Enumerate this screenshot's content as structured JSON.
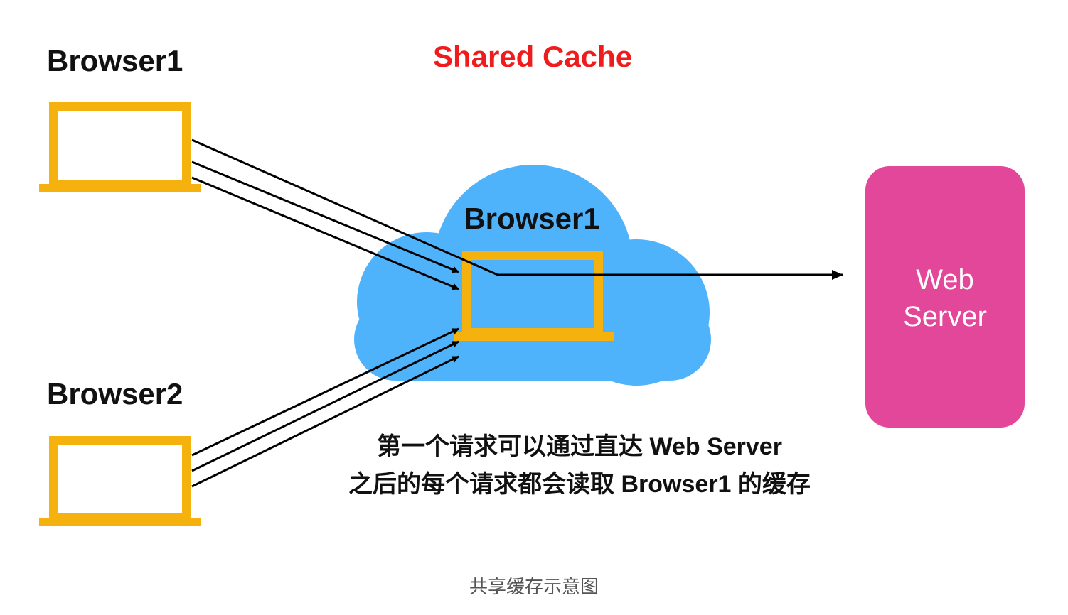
{
  "title": "Shared Cache",
  "browser1_label": "Browser1",
  "browser2_label": "Browser2",
  "cache_label": "Browser1",
  "server": {
    "line1": "Web",
    "line2": "Server"
  },
  "notes": {
    "line1": "第一个请求可以通过直达 Web Server",
    "line2": "之后的每个请求都会读取 Browser1 的缓存"
  },
  "caption": "共享缓存示意图",
  "colors": {
    "title": "#ee1c1c",
    "laptop": "#f5b20f",
    "cloud": "#4fb3fc",
    "server": "#e3479a",
    "arrow": "#000000",
    "text": "#111111"
  },
  "icons": [
    "laptop-icon",
    "cloud-shape",
    "server-box"
  ]
}
